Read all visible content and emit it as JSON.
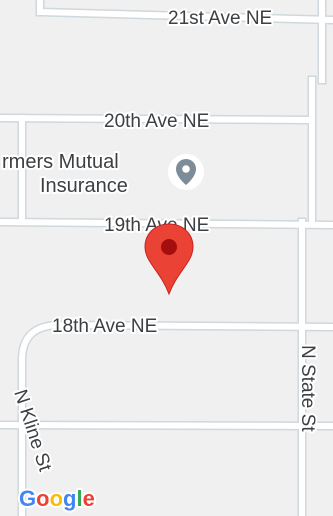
{
  "streets": {
    "ave_21": "21st Ave NE",
    "ave_20": "20th Ave NE",
    "ave_19": "19th Ave NE",
    "ave_18": "18th Ave NE",
    "state_st": "N State St",
    "kline_st": "N Kline St"
  },
  "poi": {
    "name_line1": "rmers Mutual",
    "name_line2": "Insurance",
    "icon": "place-pin-icon"
  },
  "marker": {
    "icon": "map-marker-icon",
    "color": "#ea4335",
    "dot_color": "#a50e0e"
  },
  "branding": {
    "letters": [
      "G",
      "o",
      "o",
      "g",
      "l",
      "e"
    ],
    "colors": [
      "#4285f4",
      "#ea4335",
      "#fbbc05",
      "#4285f4",
      "#34a853",
      "#ea4335"
    ]
  },
  "colors": {
    "land": "#f0f0f0",
    "road": "#ffffff",
    "road_edge": "#cfd8dc",
    "poi_pin": "#7d8c99"
  }
}
